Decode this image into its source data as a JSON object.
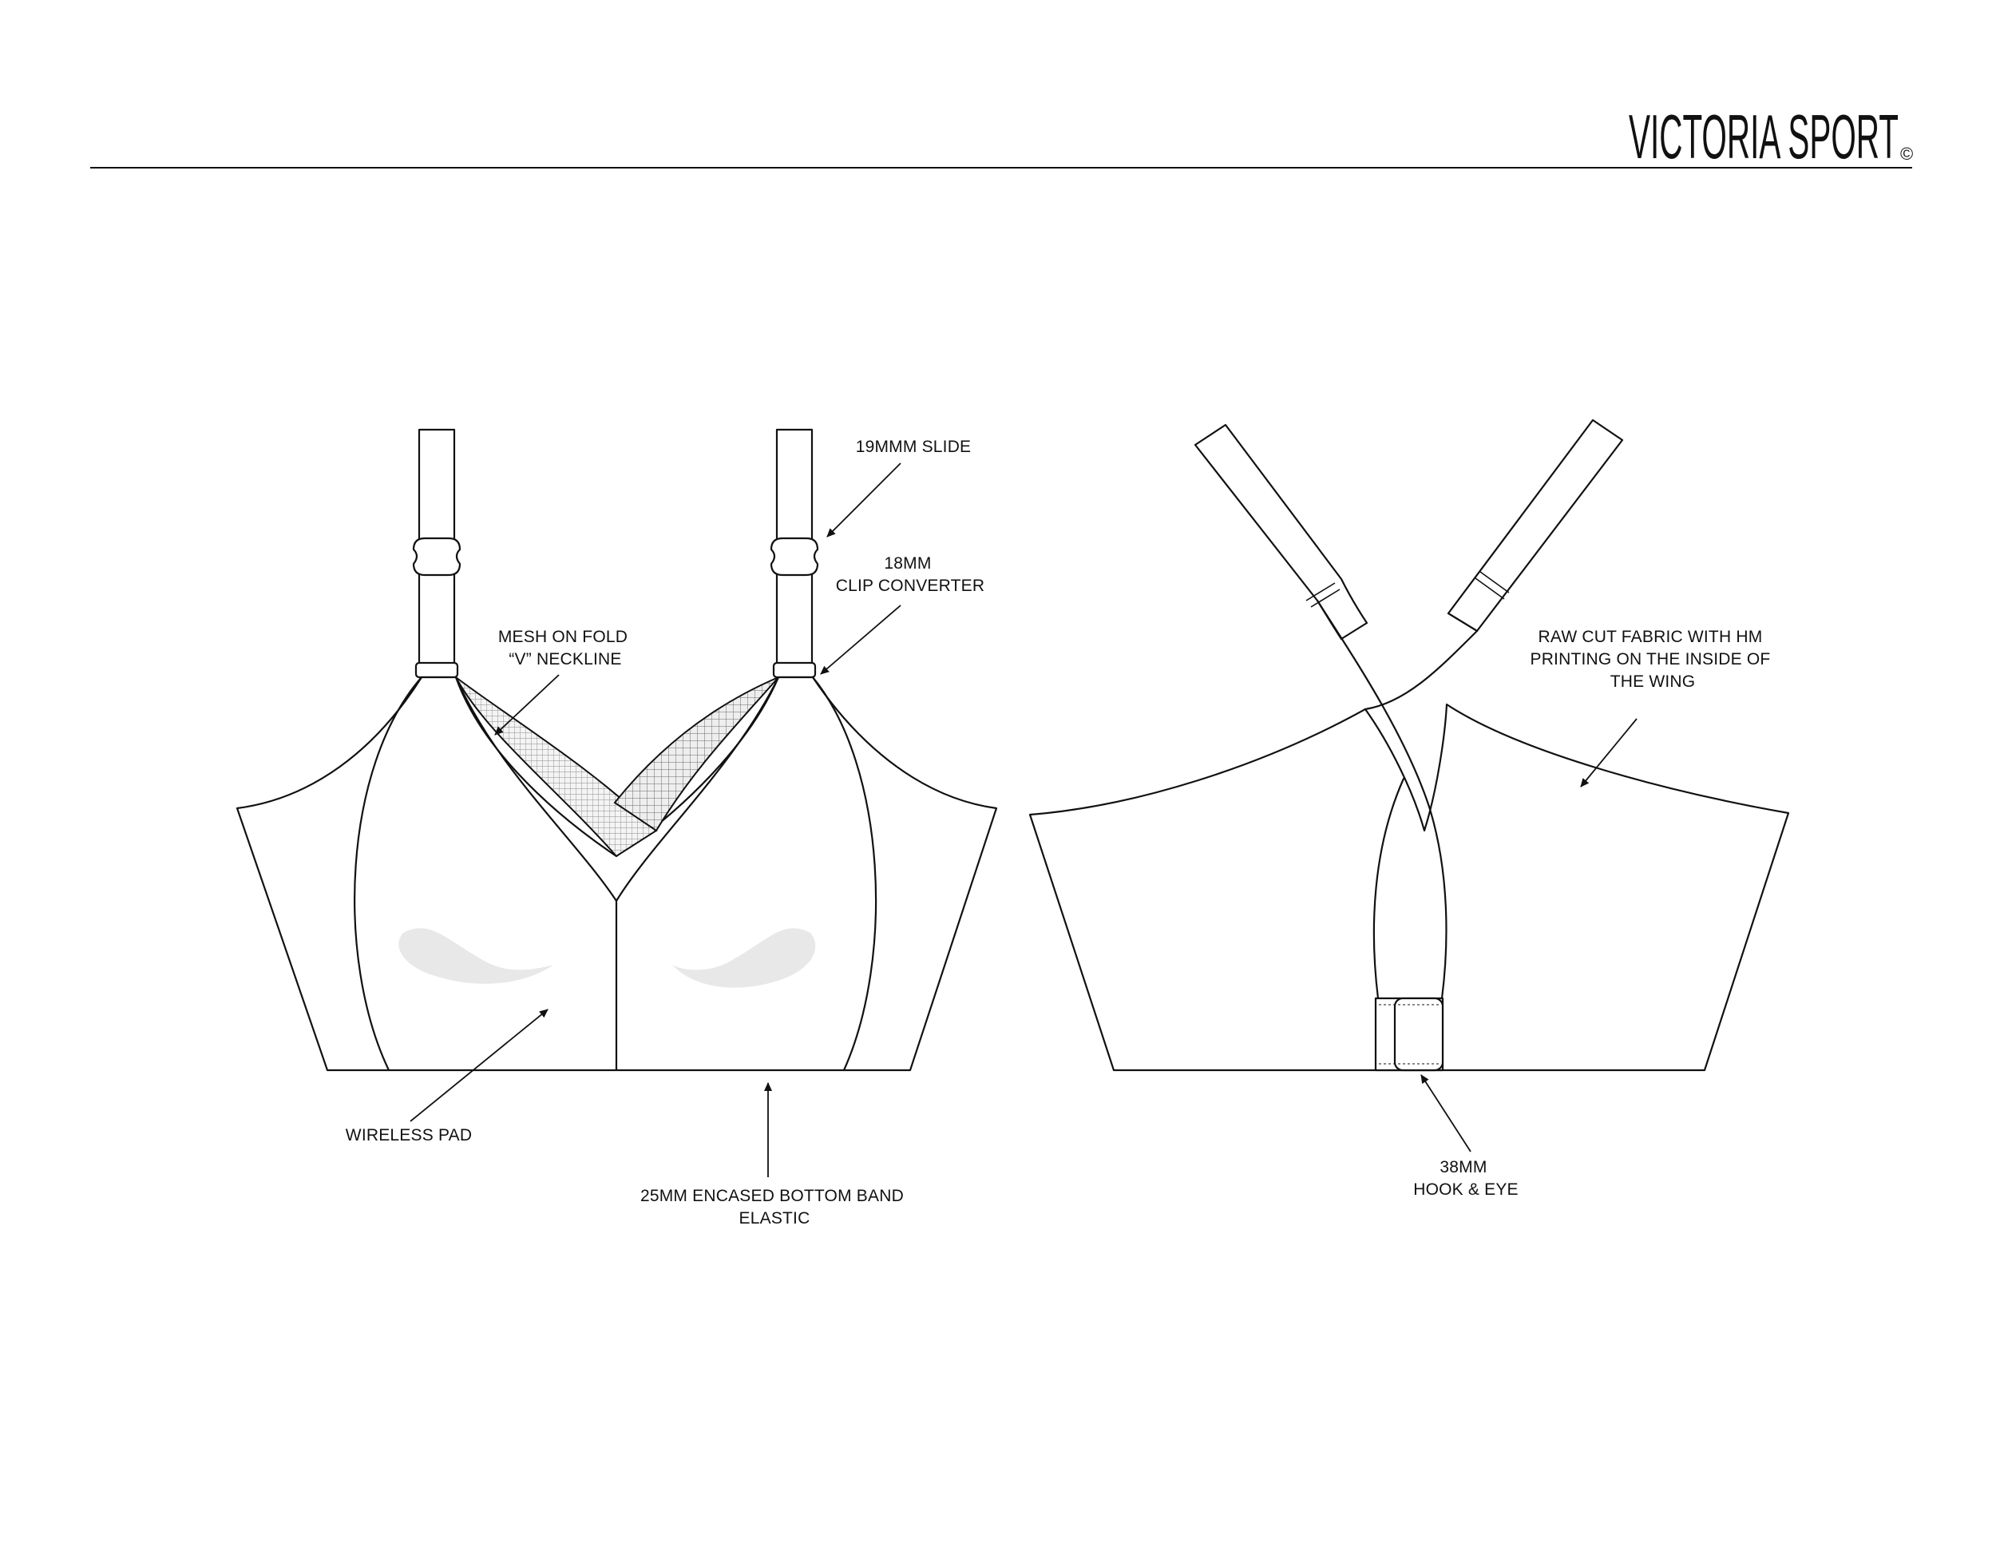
{
  "header": {
    "brand": "VICTORIA SPORT",
    "brand_mark": "©"
  },
  "callouts": {
    "slide": [
      "19MMM SLIDE"
    ],
    "clip": [
      "18MM",
      "CLIP CONVERTER"
    ],
    "mesh": [
      "MESH ON FOLD",
      "“V” NECKLINE"
    ],
    "pad": [
      "WIRELESS PAD"
    ],
    "band": [
      "25MM ENCASED BOTTOM BAND",
      "ELASTIC"
    ],
    "wing": [
      "RAW CUT FABRIC WITH HM",
      "PRINTING ON THE INSIDE OF",
      "THE WING"
    ],
    "hook": [
      "38MM",
      "HOOK & EYE"
    ]
  },
  "colors": {
    "line": "#111111",
    "pad_fill": "#e8e8e8",
    "mesh_fill": "#f2f2f2",
    "background": "#ffffff"
  }
}
